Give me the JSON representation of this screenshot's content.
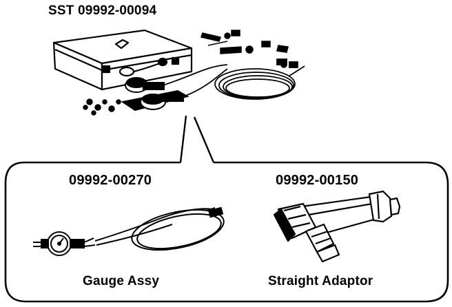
{
  "diagram": {
    "kit_part_number": "SST 09992-00094",
    "components": [
      {
        "part_number": "09992-00270",
        "name": "Gauge Assy",
        "icon": "pressure-gauge-icon"
      },
      {
        "part_number": "09992-00150",
        "name": "Straight Adaptor",
        "icon": "straight-adaptor-icon"
      }
    ]
  },
  "colors": {
    "ink": "#000000",
    "paper": "#ffffff"
  }
}
